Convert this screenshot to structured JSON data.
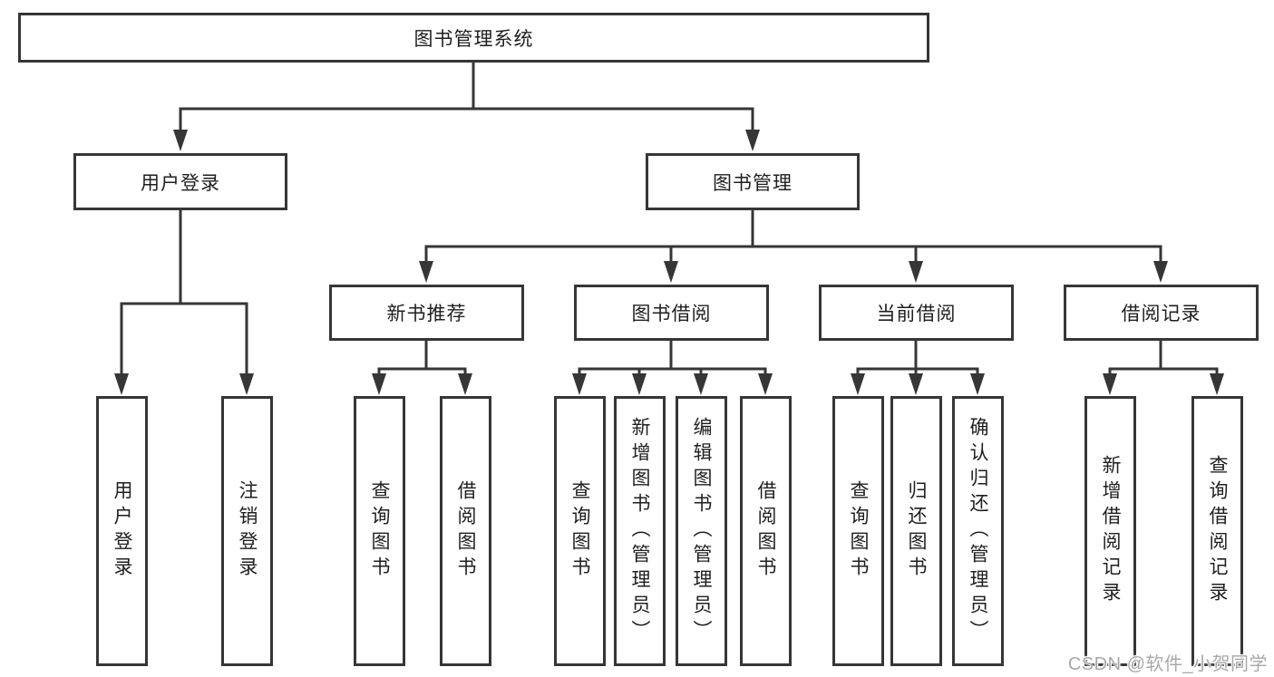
{
  "diagram": {
    "root": "图书管理系统",
    "level2": {
      "user_login": "用户登录",
      "book_management": "图书管理"
    },
    "level3": {
      "new_book_recommend": "新书推荐",
      "book_borrowing": "图书借阅",
      "current_borrowing": "当前借阅",
      "borrowing_records": "借阅记录"
    },
    "leaves": {
      "user_login": "用户登录",
      "logout": "注销登录",
      "recommend_query_books": "查询图书",
      "recommend_borrow_books": "借阅图书",
      "borrowing_query_books": "查询图书",
      "borrowing_add_books": "新增图书（管理员）",
      "borrowing_edit_books": "编辑图书（管理员）",
      "borrowing_borrow_books": "借阅图书",
      "current_query_books": "查询图书",
      "current_return_books": "归还图书",
      "current_confirm_return": "确认归还（管理员）",
      "records_add_record": "新增借阅记录",
      "records_query_record": "查询借阅记录"
    }
  },
  "watermark": "CSDN @软件_小贺同学",
  "colors": {
    "line": "#363636",
    "box_border": "#363636",
    "box_fill": "#ffffff",
    "text": "#1f1f1f",
    "watermark": "#a8a8a8",
    "background": "#ffffff"
  }
}
